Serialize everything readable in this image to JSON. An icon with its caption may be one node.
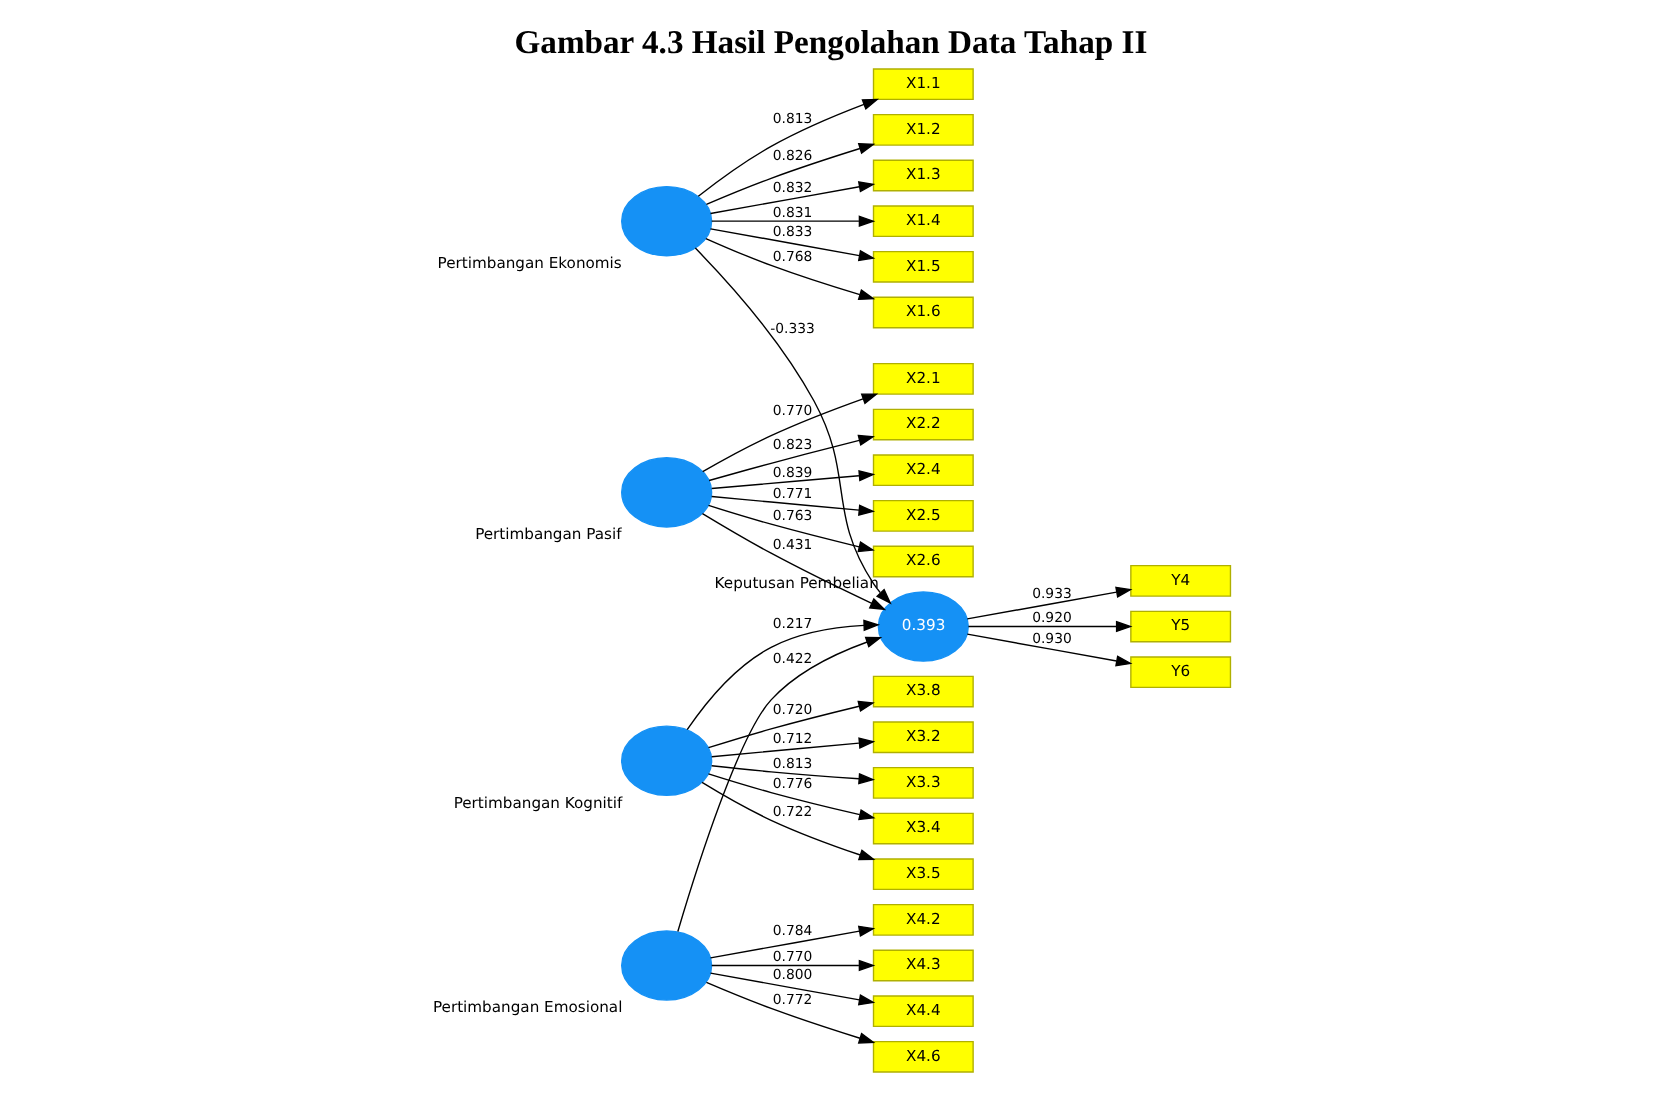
{
  "diagram": {
    "title": "Gambar 4.3 Hasil Pengolahan Data Tahap II",
    "nodes": [
      {
        "text": [
          "X1.1"
        ]
      },
      {
        "text": [
          "X1.2"
        ]
      },
      {
        "text": [
          "X1.3"
        ]
      },
      {
        "text": [
          "X1.4"
        ]
      },
      {
        "text": [
          "X1.5"
        ]
      },
      {
        "text": [
          "X1.6"
        ]
      },
      {
        "text": [],
        "shape": "circle",
        "beside": [
          "Pertimbangan Ekonomis"
        ]
      },
      {
        "text": [
          "X2.1"
        ]
      },
      {
        "text": [
          "X2.2"
        ]
      },
      {
        "text": [
          "X2.4"
        ]
      },
      {
        "text": [
          "X2.5"
        ]
      },
      {
        "text": [
          "X2.6"
        ]
      },
      {
        "text": [],
        "shape": "circle",
        "beside": [
          "Pertimbangan Pasif"
        ]
      },
      {
        "text": [
          "0.393"
        ],
        "beside": [
          "Keputusan Pembelian"
        ]
      },
      {
        "text": [
          "Y4"
        ]
      },
      {
        "text": [
          "Y5"
        ]
      },
      {
        "text": [
          "Y6"
        ]
      },
      {
        "text": [
          "X3.2"
        ]
      },
      {
        "text": [
          "X3.3"
        ]
      },
      {
        "text": [
          "X3.4"
        ]
      },
      {
        "text": [
          "X3.5"
        ]
      },
      {
        "text": [
          "X3.8"
        ]
      },
      {
        "text": [],
        "shape": "circle",
        "beside": [
          "Pertimbangan Kognitif"
        ]
      },
      {
        "text": [],
        "shape": "circle",
        "beside": [
          "Pertimbangan Emosional"
        ]
      },
      {
        "text": [
          "X4.2"
        ]
      },
      {
        "text": [
          "X4.3"
        ]
      },
      {
        "text": [
          "X4.4"
        ]
      },
      {
        "text": [
          "X4.6"
        ]
      }
    ],
    "edges": [
      {
        "from": 6,
        "to": 0,
        "arrow": "to",
        "label": "0.813"
      },
      {
        "from": 6,
        "to": 1,
        "arrow": "to",
        "label": "0.826"
      },
      {
        "from": 6,
        "to": 2,
        "arrow": "to",
        "label": "0.832"
      },
      {
        "from": 6,
        "to": 3,
        "arrow": "to",
        "label": "0.831"
      },
      {
        "from": 6,
        "to": 4,
        "arrow": "to",
        "label": "0.833"
      },
      {
        "from": 6,
        "to": 5,
        "arrow": "to",
        "label": "0.768"
      },
      {
        "from": 12,
        "to": 7,
        "arrow": "to",
        "label": "0.770"
      },
      {
        "from": 12,
        "to": 8,
        "arrow": "to",
        "label": "0.823"
      },
      {
        "from": 12,
        "to": 9,
        "arrow": "to",
        "label": "0.839"
      },
      {
        "from": 12,
        "to": 10,
        "arrow": "to",
        "label": "0.771"
      },
      {
        "from": 12,
        "to": 11,
        "arrow": "to",
        "label": "0.763"
      },
      {
        "from": 22,
        "to": 17,
        "arrow": "to",
        "label": "0.712"
      },
      {
        "from": 22,
        "to": 18,
        "arrow": "to",
        "label": "0.813"
      },
      {
        "from": 22,
        "to": 19,
        "arrow": "to",
        "label": "0.776"
      },
      {
        "from": 22,
        "to": 20,
        "arrow": "to",
        "label": "0.722"
      },
      {
        "from": 22,
        "to": 21,
        "arrow": "to",
        "label": "0.720"
      },
      {
        "from": 23,
        "to": 24,
        "arrow": "to",
        "label": "0.784"
      },
      {
        "from": 23,
        "to": 25,
        "arrow": "to",
        "label": "0.770"
      },
      {
        "from": 23,
        "to": 26,
        "arrow": "to",
        "label": "0.800"
      },
      {
        "from": 23,
        "to": 27,
        "arrow": "to",
        "label": "0.772"
      },
      {
        "from": 6,
        "to": 13,
        "arrow": "to",
        "label": "-0.333"
      },
      {
        "from": 12,
        "to": 13,
        "arrow": "to",
        "label": "0.431"
      },
      {
        "from": 22,
        "to": 13,
        "arrow": "to",
        "label": "0.217"
      },
      {
        "from": 23,
        "to": 13,
        "arrow": "to",
        "label": "0.422"
      },
      {
        "from": 13,
        "to": 14,
        "arrow": "to",
        "label": "0.933"
      },
      {
        "from": 13,
        "to": 15,
        "arrow": "to",
        "label": "0.920"
      },
      {
        "from": 13,
        "to": 16,
        "arrow": "to",
        "label": "0.930"
      }
    ]
  }
}
